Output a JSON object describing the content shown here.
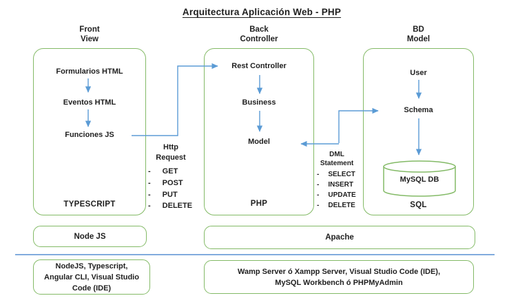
{
  "title": "Arquitectura Aplicación Web - PHP",
  "ui": {
    "dash": "-"
  },
  "colors": {
    "box_border_green": "#83ba66",
    "arrow_blue": "#5b9bd5",
    "divider_blue": "#6f9fd8",
    "text": "#1f1f1f"
  },
  "front": {
    "header_line1": "Front",
    "header_line2": "View",
    "flow": [
      "Formularios HTML",
      "Eventos HTML",
      "Funciones JS"
    ],
    "language_label": "TYPESCRIPT",
    "runtime_box": "Node JS",
    "tools_box_lines": [
      "NodeJS, Typescript,",
      "Angular CLI, Visual Studio",
      "Code (IDE)"
    ]
  },
  "back": {
    "header_line1": "Back",
    "header_line2": "Controller",
    "flow": [
      "Rest Controller",
      "Business",
      "Model"
    ],
    "language_label": "PHP"
  },
  "bd": {
    "header_line1": "BD",
    "header_line2": "Model",
    "flow": [
      "User",
      "Schema"
    ],
    "database_label": "MySQL DB",
    "language_label": "SQL"
  },
  "http_request": {
    "title_line1": "Http",
    "title_line2": "Request",
    "items": [
      "GET",
      "POST",
      "PUT",
      "DELETE"
    ]
  },
  "dml_statement": {
    "title_line1": "DML",
    "title_line2": "Statement",
    "items": [
      "SELECT",
      "INSERT",
      "UPDATE",
      "DELETE"
    ]
  },
  "middleware": {
    "apache_box": "Apache",
    "tools_box_lines": [
      "Wamp Server ó Xampp Server, Visual Studio Code (IDE),",
      "MySQL Workbench ó PHPMyAdmin"
    ]
  }
}
